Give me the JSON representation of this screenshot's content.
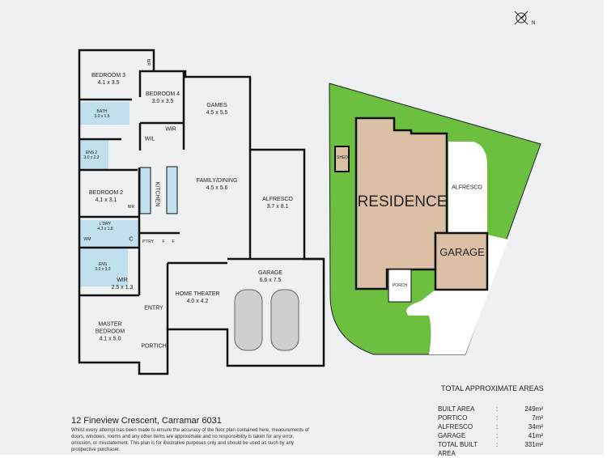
{
  "floor_plan": {
    "rooms": [
      {
        "name": "BEDROOM 3",
        "size": "4.1 x 3.5"
      },
      {
        "name": "BEDROOM 4",
        "size": "3.0 x 3.5"
      },
      {
        "name": "GAMES",
        "size": "4.5 x 5.5"
      },
      {
        "name": "BATH",
        "size": "3.0 x 1.5"
      },
      {
        "name": "ENS 2",
        "size": "3.0 x 2.2"
      },
      {
        "name": "FAMILY/DINING",
        "size": "4.5 x 5.6"
      },
      {
        "name": "BEDROOM 2",
        "size": "4.1 x 3.1"
      },
      {
        "name": "ALFRESCO",
        "size": "3.7 x 8.1"
      },
      {
        "name": "L'DRY",
        "size": "4.3 x 1.8"
      },
      {
        "name": "ENS",
        "size": "3.0 x 3.3"
      },
      {
        "name": "WIR",
        "size": "2.5 x 1.3"
      },
      {
        "name": "GARAGE",
        "size": "6.6 x 7.5"
      },
      {
        "name": "HOME THEATER",
        "size": "4.0 x 4.2"
      },
      {
        "name": "MASTER BEDROOM",
        "size": "4.1 x 5.0"
      }
    ],
    "small_labels": {
      "bir": "BIR",
      "wir": "WIR",
      "wil": "WIL",
      "kitchen": "KITCHEN",
      "wm": "WM",
      "c": "C",
      "ptry": "P'TRY",
      "f": "F",
      "entry": "ENTRY",
      "portich": "PORTICH"
    }
  },
  "site_plan": {
    "residence": "RESIDENCE",
    "garage": "GARAGE",
    "alfresco": "ALFRESCO",
    "shed": "SHED",
    "porch": "PORCH",
    "colors": {
      "lawn": "#6cbf3f",
      "building": "#dcc0a6",
      "paving": "#ffffff"
    }
  },
  "compass": {
    "north": "N"
  },
  "address": "12 Fineview Crescent, Carramar 6031",
  "disclaimer": "Whilst every attempt has been made to ensure the accuracy of the floor plan contained here, measurements of doors, windows, rooms and any other items are approximate and no responsibility is taken for any error, omission, or misstatement. This plan is for illustrative purposes only and should be used as such by any prospective purchaser.",
  "areas": {
    "title": "TOTAL APPROXIMATE AREAS",
    "rows": [
      {
        "label": "BUILT AREA",
        "sep": ":",
        "value": "249m²"
      },
      {
        "label": "PORTICO",
        "sep": ":",
        "value": "7m²"
      },
      {
        "label": "ALFRESCO",
        "sep": ":",
        "value": "34m²"
      },
      {
        "label": "GARAGE",
        "sep": ":",
        "value": "41m²"
      },
      {
        "label": "TOTAL BUILT AREA",
        "sep": ":",
        "value": "331m²"
      }
    ]
  }
}
